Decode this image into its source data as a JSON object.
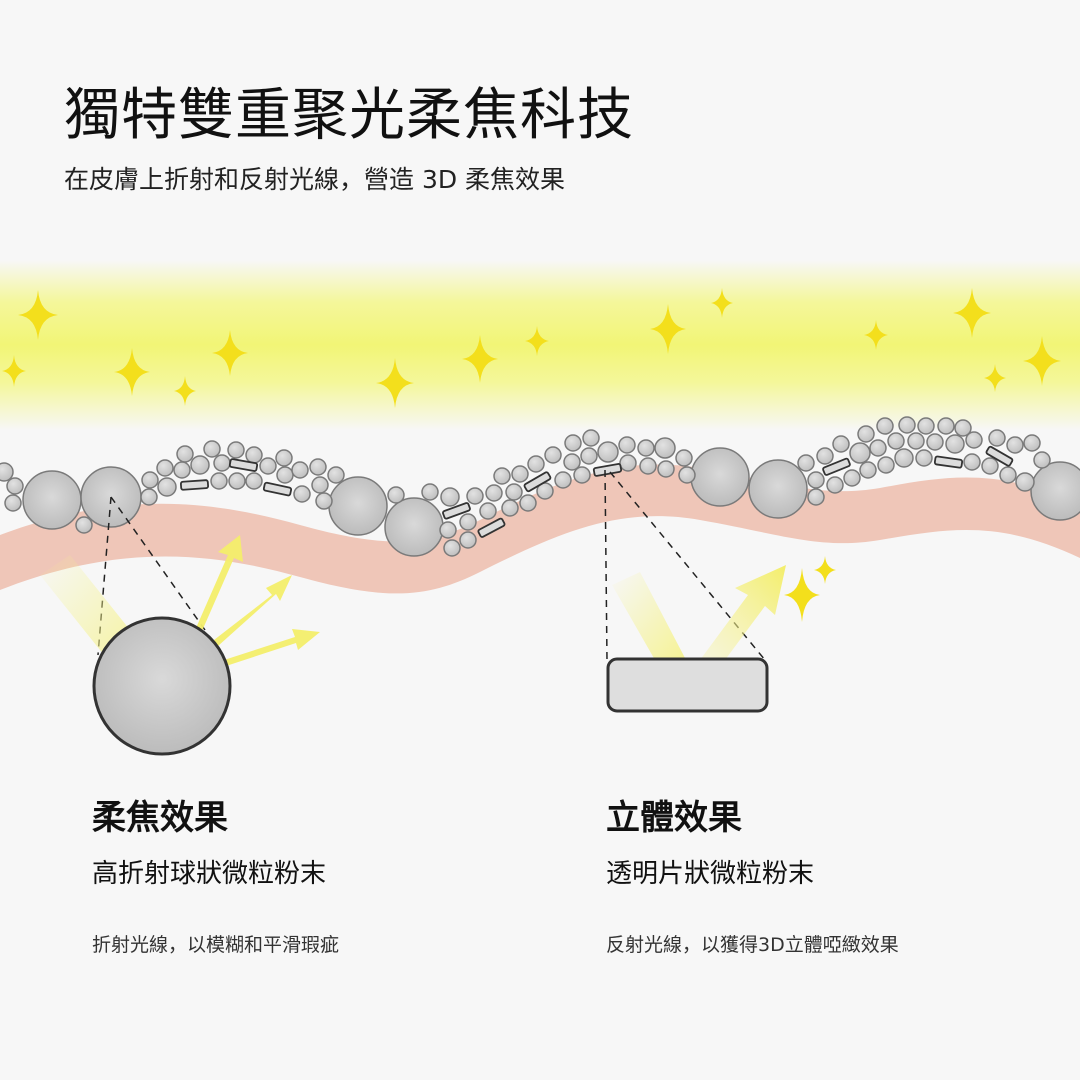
{
  "header": {
    "title": "獨特雙重聚光柔焦科技",
    "subtitle": "在皮膚上折射和反射光線，營造 3D 柔焦效果"
  },
  "left_panel": {
    "heading": "柔焦效果",
    "subheading": "高折射球狀微粒粉末",
    "description": "折射光線，以模糊和平滑瑕疵"
  },
  "right_panel": {
    "heading": "立體效果",
    "subheading": "透明片狀微粒粉末",
    "description": "反射光線，以獲得3D立體啞緻效果"
  },
  "colors": {
    "background": "#f7f7f7",
    "light_band": "#f2f576",
    "sparkle": "#f3df1c",
    "skin": "#efc6b8",
    "particle": "#cfcfcf",
    "particle_stroke": "#7a7a7a"
  },
  "icons": [
    "sparkle-icon",
    "light-ray-arrow-icon",
    "spherical-particle-icon",
    "flake-particle-icon"
  ]
}
